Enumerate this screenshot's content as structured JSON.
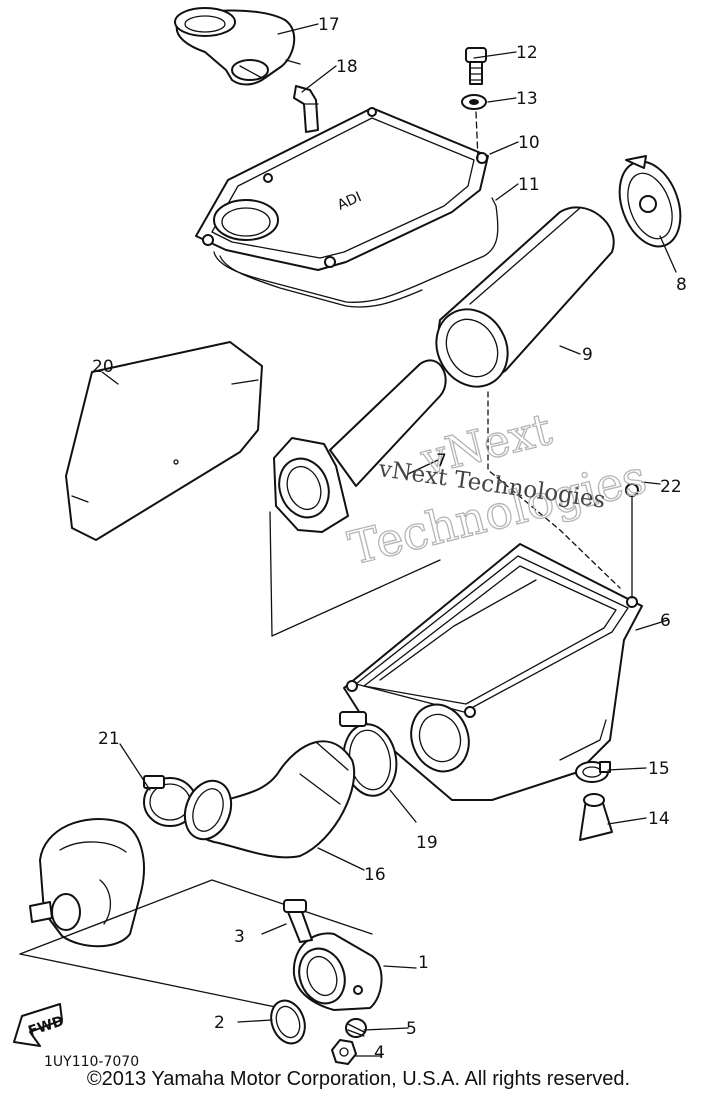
{
  "parts": [
    "1",
    "2",
    "3",
    "4",
    "5",
    "6",
    "7",
    "8",
    "9",
    "10",
    "11",
    "12",
    "13",
    "14",
    "15",
    "16",
    "17",
    "18",
    "19",
    "20",
    "21",
    "22"
  ],
  "diagram_code": "1UY110-7070",
  "fwd_label": "FWD",
  "watermark": {
    "line1": "vNext",
    "line2": "Technologies",
    "inline": "vNext Technologies"
  },
  "copyright": "©2013 Yamaha Motor Corporation, U.S.A. All rights reserved."
}
